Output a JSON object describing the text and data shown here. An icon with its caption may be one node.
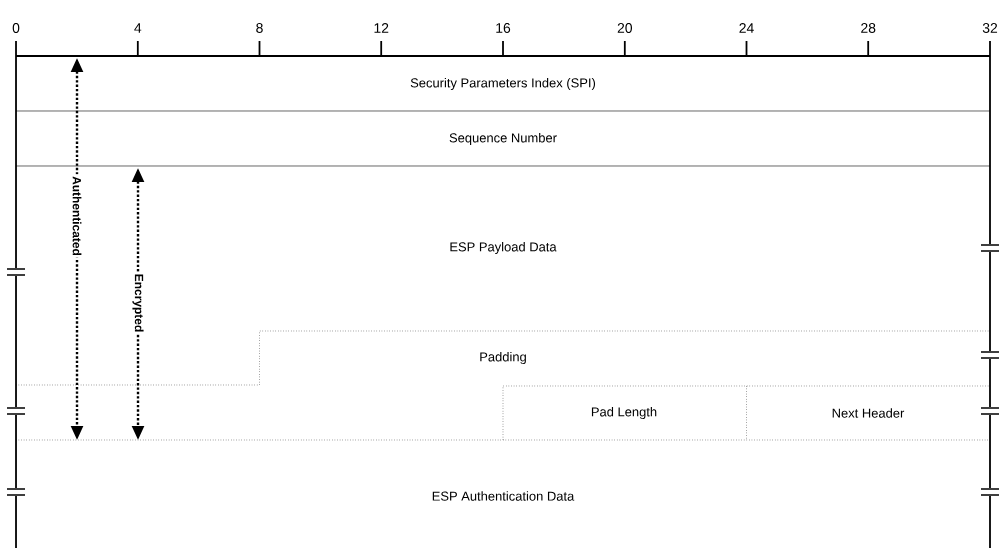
{
  "diagram": {
    "nodes": [
      {
        "text": [
          "Security Parameters Index (SPI)"
        ]
      },
      {
        "text": [
          "Sequence Number"
        ]
      },
      {
        "text": [
          "ESP Payload Data"
        ]
      },
      {
        "text": [
          "Padding"
        ]
      },
      {
        "text": [
          "Pad Length"
        ]
      },
      {
        "text": [
          "Next Header"
        ]
      },
      {
        "text": [
          "ESP Authentication Data"
        ]
      }
    ],
    "labels": [
      "0",
      "4",
      "8",
      "12",
      "16",
      "20",
      "24",
      "28",
      "32",
      "Authenticated",
      "Encrypted"
    ]
  }
}
